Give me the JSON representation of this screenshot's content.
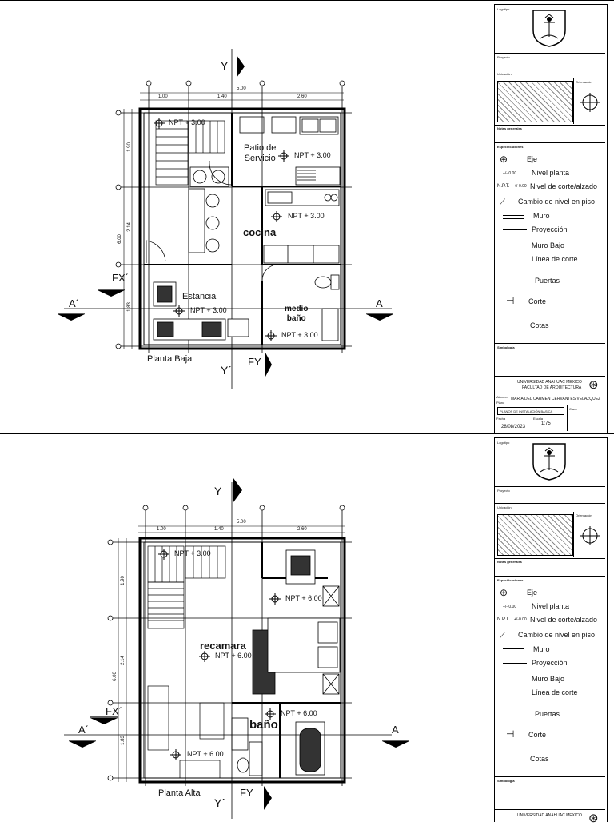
{
  "sheets": [
    {
      "plan_title": "Planta Baja",
      "grid": {
        "top": "Y",
        "bottom": "Y´",
        "left": "A´",
        "right": "A",
        "fx": "FX´",
        "fy": "FY"
      },
      "dims": {
        "total": "5.00",
        "d1": "1.00",
        "d2": "1.40",
        "d3": "2.60",
        "v1": "1.90",
        "v2": "2.14",
        "v3": "6.00",
        "v4": "1.83"
      },
      "levels": [
        "NPT + 3.00",
        "NPT + 3.00",
        "NPT + 3.00",
        "NPT + 3.00",
        "NPT + 3.00"
      ],
      "rooms": {
        "patio": "Patio de\nServicio",
        "cocina": "cocina",
        "estancia": "Estancia",
        "medio_bano": "medio\nbaño"
      }
    },
    {
      "plan_title": "Planta Alta",
      "grid": {
        "top": "Y",
        "bottom": "Y´",
        "left": "A´",
        "right": "A",
        "fx": "FX´",
        "fy": "FY"
      },
      "dims": {
        "total": "5.00",
        "d1": "1.00",
        "d2": "1.40",
        "d3": "2.60",
        "v1": "1.90",
        "v2": "2.14",
        "v3": "6.00",
        "v4": "1.83"
      },
      "levels": [
        "NPT + 3.00",
        "NPT + 6.00",
        "NPT + 6.00",
        "NPT + 6.00",
        "NPT + 6.00"
      ],
      "rooms": {
        "recamara": "recamara",
        "bano": "baño"
      }
    }
  ],
  "titleblock": {
    "logotipo": "Logotipo",
    "proyecto": "Proyecto",
    "ubicacion": "Ubicación",
    "orientacion": "Orientación",
    "notas": "Notas generales",
    "especificaciones": "Especificaciones",
    "legend": [
      "Eje",
      "Nivel planta",
      "Nivel de corte/alzado",
      "Cambio de nivel en piso",
      "Muro",
      "Proyección",
      "Muro Bajo",
      "Línea de corte",
      "Puertas",
      "Corte",
      "Cotas"
    ],
    "legend_nivel_value": "+/- 0.00",
    "legend_npt": "N.P.T.",
    "legend_npt_value": "+/-0.00",
    "simbologia": "Simbología",
    "university": "UNIVERSIDAD ANAHUAC MEXICO",
    "faculty": "FACULTAD DE ARQUITECTURA",
    "alumno_label": "Alumno",
    "alumno": "MARIA DEL CARMEN CERVANTES VELAZQUEZ",
    "plano_label": "Plano",
    "plano": "PLANOS DE INSTALACIÓN BÁSICA",
    "clave_label": "Clave",
    "fecha_label": "Fecha",
    "fecha": "28/08/2023",
    "escala_label": "Escala",
    "escala": "1:75"
  }
}
